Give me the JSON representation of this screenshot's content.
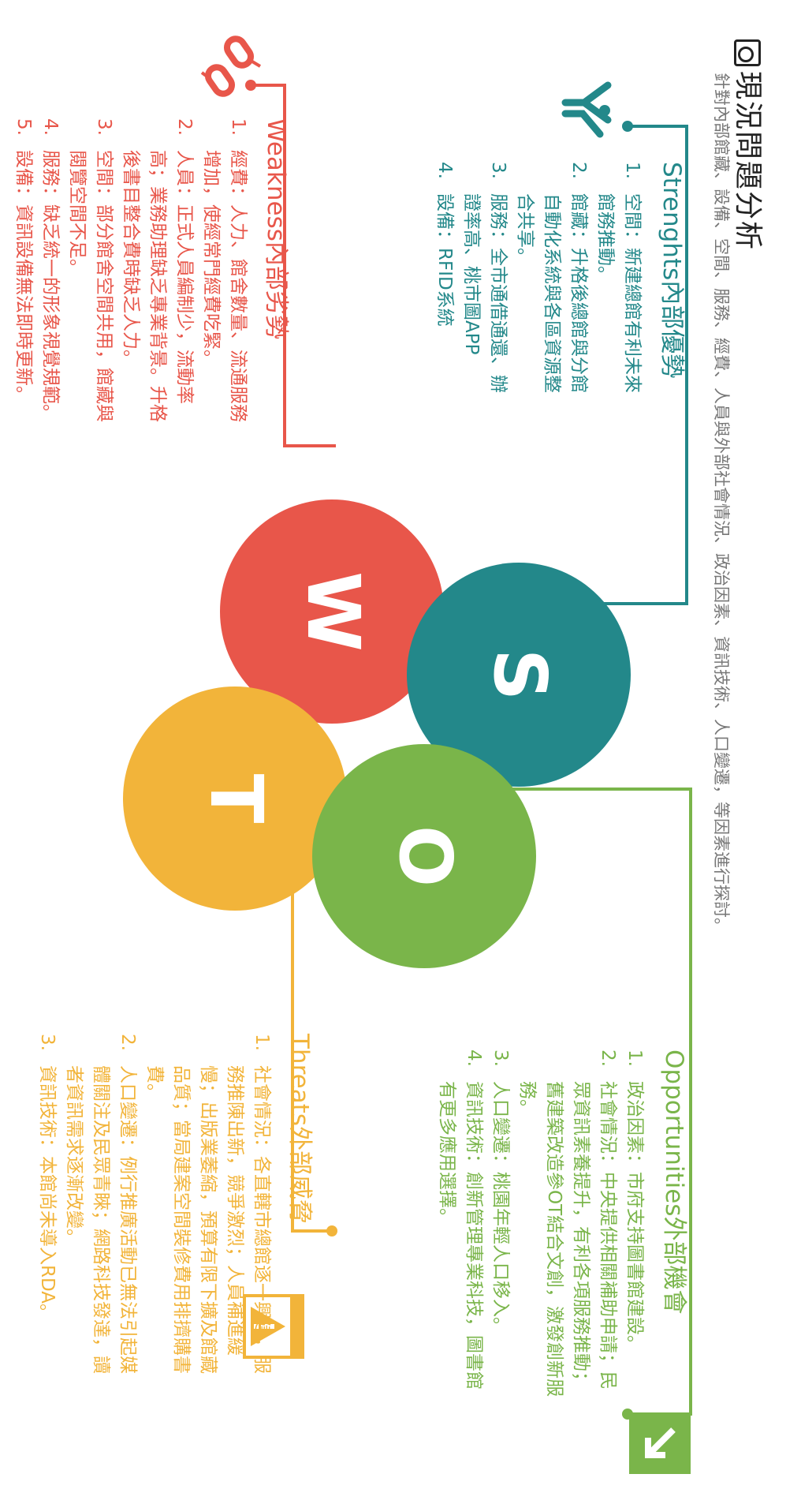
{
  "title": "現況問題分析",
  "subtitle": "針對內部館藏、設備、空間、服務、經費、人員與外部社會情況、政治因素、資訊技術、人口變遷，等因素進行探討。",
  "colors": {
    "strengths": "#23888a",
    "weakness": "#e8564a",
    "opportunities": "#7ab54a",
    "threats": "#f2b43a"
  },
  "circles": {
    "s": "S",
    "w": "W",
    "o": "O",
    "t": "T"
  },
  "strengths": {
    "title": "Strenghts內部優勢",
    "icon": "check-person-icon",
    "items": [
      {
        "num": "1.",
        "text": "空間：新建總館有利未來館務推動。"
      },
      {
        "num": "2.",
        "text": "館藏：升格後總館與分館自動化系統與各區資源整合共享。"
      },
      {
        "num": "3.",
        "text": "服務：全市通借通還、辦證率高、桃市圖APP"
      },
      {
        "num": "4.",
        "text": "設備：RFID系統"
      }
    ]
  },
  "weakness": {
    "title": "Weakness內部劣勢",
    "icon": "broken-chain-icon",
    "items": [
      {
        "num": "1.",
        "text": "經費：人力、館舍數量、流通服務增加，使經常門經費吃緊。"
      },
      {
        "num": "2.",
        "text": "人員：正式人員編制少，流動率高；業務助理缺乏專業背景。升格後書目整合費時缺乏人力。"
      },
      {
        "num": "3.",
        "text": "空間：部分館舍空間共用，館藏與閱覽空間不足。"
      },
      {
        "num": "4.",
        "text": "服務：缺乏統一的形象視覺規範。"
      },
      {
        "num": "5.",
        "text": "設備：資訊設備無法即時更新。"
      }
    ]
  },
  "opportunities": {
    "title": "Opportunities外部機會",
    "icon": "arrow-down-right-icon",
    "items": [
      {
        "num": "1.",
        "text": "政治因素：市府支持圖書館建設。"
      },
      {
        "num": "2.",
        "text": "社會情況：中央提供相關補助申請；民眾資訊素養提升，有利各項服務推動；舊建築改造參OT結合文創，激發創新服務。"
      },
      {
        "num": "3.",
        "text": "人口變遷：桃園年輕人口移入。"
      },
      {
        "num": "4.",
        "text": "資訊技術：創新管理專業科技，圖書館有更多應用選擇。"
      }
    ]
  },
  "threats": {
    "title": "Threats外部威脅",
    "icon": "warning-window-icon",
    "items": [
      {
        "num": "1.",
        "text": "社會情況：各直轄市總館逐一興建，服務推陳出新，競爭激烈；人員補進緩慢；出版業萎縮，預算有限下擴及館藏品質；當局建案空間裝修費用排擠購書費。"
      },
      {
        "num": "2.",
        "text": "人口變遷：例行推廣活動已無法引起媒體關注及民眾青睞；網路科技發達，讀者資訊需求逐漸改變。"
      },
      {
        "num": "3.",
        "text": "資訊技術：本館尚未導入RDA。"
      }
    ]
  }
}
